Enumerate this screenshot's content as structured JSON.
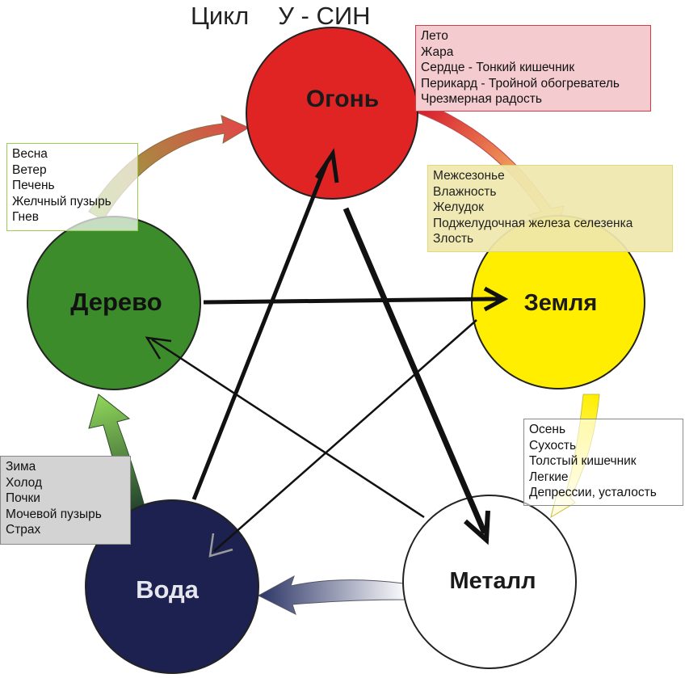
{
  "title": {
    "part1": "Цикл",
    "part2": "У - СИН"
  },
  "elements": {
    "fire": {
      "label": "Огонь",
      "color": "#e02424",
      "text_color": "#1a1a1a"
    },
    "earth": {
      "label": "Земля",
      "color": "#ffee00",
      "text_color": "#1a1a1a"
    },
    "metal": {
      "label": "Металл",
      "color": "#ffffff",
      "text_color": "#1a1a1a"
    },
    "water": {
      "label": "Вода",
      "color": "#1c2150",
      "text_color": "#e6e6ee"
    },
    "wood": {
      "label": "Дерево",
      "color": "#3c8c2c",
      "text_color": "#111111"
    }
  },
  "boxes": {
    "fire": {
      "lines": [
        "Лето",
        "Жара",
        "Сердце - Тонкий кишечник",
        "Перикард - Тройной обогреватель",
        "Чрезмерная радость"
      ],
      "bg": "#f4ccd0",
      "border": "#d23c4a"
    },
    "earth": {
      "lines": [
        "Межсезонье",
        "Влажность",
        "Желудок",
        "Поджелудочная железа  селезенка",
        "Злость"
      ],
      "bg": "#efe8ae",
      "border": "#e0d66a"
    },
    "metal": {
      "lines": [
        "Осень",
        "Сухость",
        "Толстый кишечник",
        "Легкие",
        "Депрессии, усталость"
      ],
      "bg": "#ffffff",
      "border": "#8a8a8a"
    },
    "water": {
      "lines": [
        "Зима",
        "Холод",
        "Почки",
        "Мочевой пузырь",
        "Страх"
      ],
      "bg": "#d3d3d3",
      "border": "#888888"
    },
    "wood": {
      "lines": [
        "Весна",
        "Ветер",
        "Печень",
        "Желчный пузырь",
        "Гнев"
      ],
      "bg": "#ffffff",
      "border": "#9acd50"
    }
  }
}
